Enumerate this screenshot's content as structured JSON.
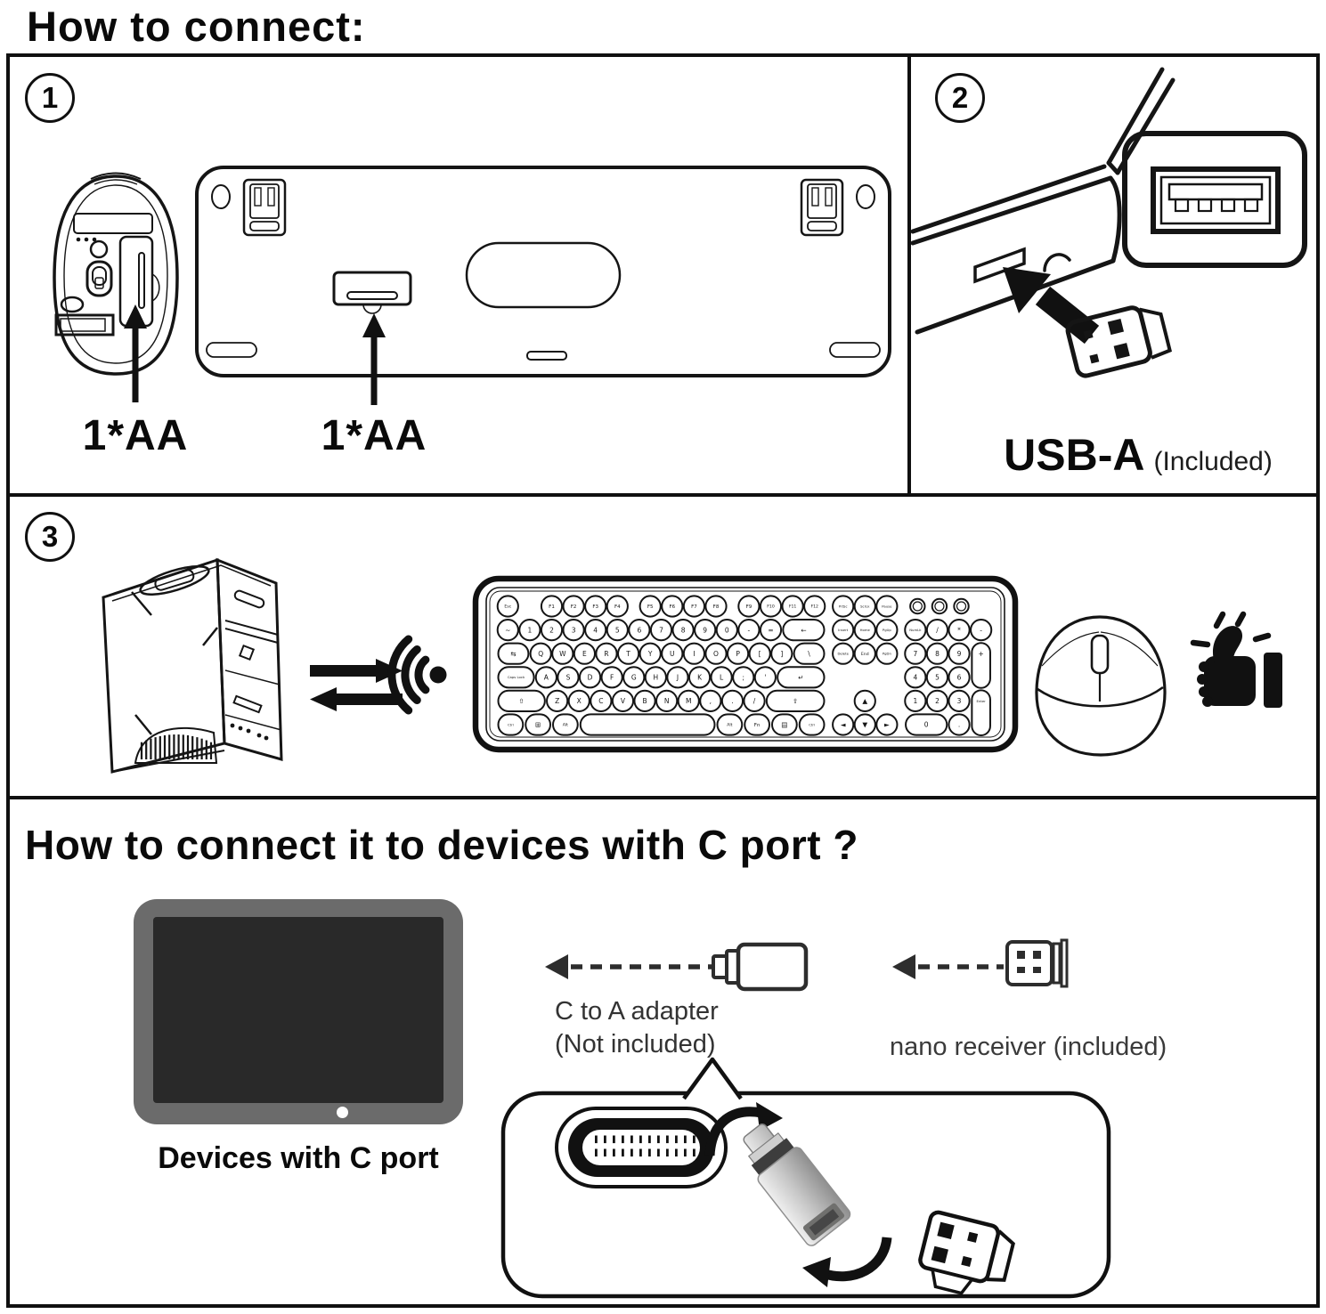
{
  "page": {
    "title": "How to connect:"
  },
  "colors": {
    "line": "#151515",
    "solid_icon": "#111111",
    "muted_text": "#3a3a3a",
    "tablet_frame": "#6b6b6b",
    "tablet_screen": "#292929",
    "adapter_silver_light": "#ececec",
    "adapter_silver_dark": "#9a9a9a"
  },
  "p1": {
    "step": "1",
    "mouse_battery_label": "1*AA",
    "keyboard_battery_label": "1*AA"
  },
  "p2": {
    "step": "2",
    "receiver_label": "USB-A",
    "receiver_note": "(Included)"
  },
  "p3": {
    "step": "3",
    "keyboard": {
      "rows": [
        [
          {
            "t": "Esc"
          },
          {
            "g": 1
          },
          {
            "t": "F1"
          },
          {
            "t": "F2"
          },
          {
            "t": "F3"
          },
          {
            "t": "F4"
          },
          {
            "g": 0.5
          },
          {
            "t": "F5"
          },
          {
            "t": "F6"
          },
          {
            "t": "F7"
          },
          {
            "t": "F8"
          },
          {
            "g": 0.5
          },
          {
            "t": "F9"
          },
          {
            "t": "F10"
          },
          {
            "t": "F11"
          },
          {
            "t": "F12"
          },
          {
            "g": 0.3
          },
          {
            "t": "PrtSc"
          },
          {
            "t": "ScrLk"
          },
          {
            "t": "Pause"
          },
          {
            "g": 0.4
          },
          {
            "led": true
          },
          {
            "led": true
          },
          {
            "led": true
          }
        ],
        [
          {
            "t": "~"
          },
          {
            "t": "1"
          },
          {
            "t": "2"
          },
          {
            "t": "3"
          },
          {
            "t": "4"
          },
          {
            "t": "5"
          },
          {
            "t": "6"
          },
          {
            "t": "7"
          },
          {
            "t": "8"
          },
          {
            "t": "9"
          },
          {
            "t": "0"
          },
          {
            "t": "-"
          },
          {
            "t": "="
          },
          {
            "t": "←",
            "w": 2
          },
          {
            "g": 0.3
          },
          {
            "t": "Insert"
          },
          {
            "t": "Home"
          },
          {
            "t": "PgUp"
          },
          {
            "g": 0.3
          },
          {
            "t": "NumLk"
          },
          {
            "t": "/"
          },
          {
            "t": "*"
          },
          {
            "t": "-"
          }
        ],
        [
          {
            "t": "⇆",
            "w": 1.5
          },
          {
            "t": "Q"
          },
          {
            "t": "W"
          },
          {
            "t": "E"
          },
          {
            "t": "R"
          },
          {
            "t": "T"
          },
          {
            "t": "Y"
          },
          {
            "t": "U"
          },
          {
            "t": "I"
          },
          {
            "t": "O"
          },
          {
            "t": "P"
          },
          {
            "t": "["
          },
          {
            "t": "]"
          },
          {
            "t": "\\",
            "w": 1.5
          },
          {
            "g": 0.3
          },
          {
            "t": "Delete"
          },
          {
            "t": "End"
          },
          {
            "t": "PgDn"
          },
          {
            "g": 0.3
          },
          {
            "t": "7"
          },
          {
            "t": "8"
          },
          {
            "t": "9"
          },
          {
            "t": "+",
            "tall": true
          }
        ],
        [
          {
            "t": "Caps Lock",
            "w": 1.75
          },
          {
            "t": "A"
          },
          {
            "t": "S"
          },
          {
            "t": "D"
          },
          {
            "t": "F"
          },
          {
            "t": "G"
          },
          {
            "t": "H"
          },
          {
            "t": "J"
          },
          {
            "t": "K"
          },
          {
            "t": "L"
          },
          {
            "t": ";"
          },
          {
            "t": "'"
          },
          {
            "t": "↵",
            "w": 2.25
          },
          {
            "g": 0.3
          },
          {
            "g": 3
          },
          {
            "g": 0.3
          },
          {
            "t": "4"
          },
          {
            "t": "5"
          },
          {
            "t": "6"
          }
        ],
        [
          {
            "t": "⇧",
            "w": 2.25
          },
          {
            "t": "Z"
          },
          {
            "t": "X"
          },
          {
            "t": "C"
          },
          {
            "t": "V"
          },
          {
            "t": "B"
          },
          {
            "t": "N"
          },
          {
            "t": "M"
          },
          {
            "t": ","
          },
          {
            "t": "."
          },
          {
            "t": "/"
          },
          {
            "t": "⇧",
            "w": 2.75
          },
          {
            "g": 0.3
          },
          {
            "g": 1
          },
          {
            "t": "▲"
          },
          {
            "g": 1
          },
          {
            "g": 0.3
          },
          {
            "t": "1"
          },
          {
            "t": "2"
          },
          {
            "t": "3"
          },
          {
            "t": "Enter",
            "tall": true
          }
        ],
        [
          {
            "t": "Ctrl",
            "w": 1.25
          },
          {
            "t": "⊞",
            "w": 1.25
          },
          {
            "t": "Alt",
            "w": 1.25
          },
          {
            "t": "",
            "w": 6.25
          },
          {
            "t": "Alt",
            "w": 1.25
          },
          {
            "t": "Fn",
            "w": 1.25
          },
          {
            "t": "▤",
            "w": 1.25
          },
          {
            "t": "Ctrl",
            "w": 1.25
          },
          {
            "g": 0.3
          },
          {
            "t": "◄"
          },
          {
            "t": "▼"
          },
          {
            "t": "►"
          },
          {
            "g": 0.3
          },
          {
            "t": "0",
            "w": 2
          },
          {
            "t": "."
          }
        ]
      ]
    }
  },
  "p4": {
    "title": "How to connect it to devices with C port ?",
    "tablet_caption": "Devices with C port",
    "adapter_caption_line1": "C to A adapter",
    "adapter_caption_line2": "(Not included)",
    "receiver_caption": "nano receiver (included)"
  },
  "icons": {
    "wireless_signal": "signal-arcs-with-dot",
    "sync": "two-opposing-arrows",
    "thumbs_up": "thumbs-up-burst",
    "usb_receiver": "usb-nano-receiver",
    "usb_c_port": "usb-c-pill-port"
  }
}
